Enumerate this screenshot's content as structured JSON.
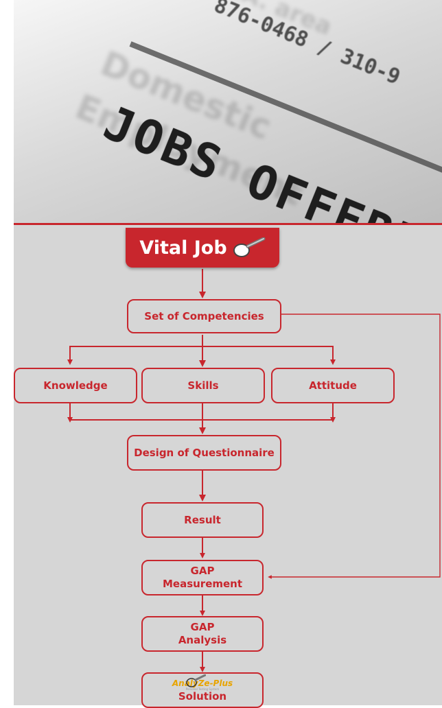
{
  "hero": {
    "headline": "JOBS OFFERED",
    "phone_text": "876-0468 / 310-9",
    "blurred_text": [
      "W.L.A. area",
      "Domestic",
      "Employment"
    ]
  },
  "title": "Vital Job",
  "colors": {
    "accent": "#c8262d",
    "panel": "#d6d6d6",
    "brand": "#e8a400"
  },
  "nodes": {
    "competencies": "Set of Competencies",
    "knowledge": "Knowledge",
    "skills": "Skills",
    "attitude": "Attitude",
    "questionnaire": "Design of Questionnaire",
    "result": "Result",
    "gap_measurement_1": "GAP",
    "gap_measurement_2": "Measurement",
    "gap_analysis_1": "GAP",
    "gap_analysis_2": "Analysis",
    "brand_text": "AnalyZe-Plus",
    "brand_tagline": "Personal Testing System",
    "solution": "Solution"
  },
  "icons": [
    "magnifier-icon"
  ]
}
